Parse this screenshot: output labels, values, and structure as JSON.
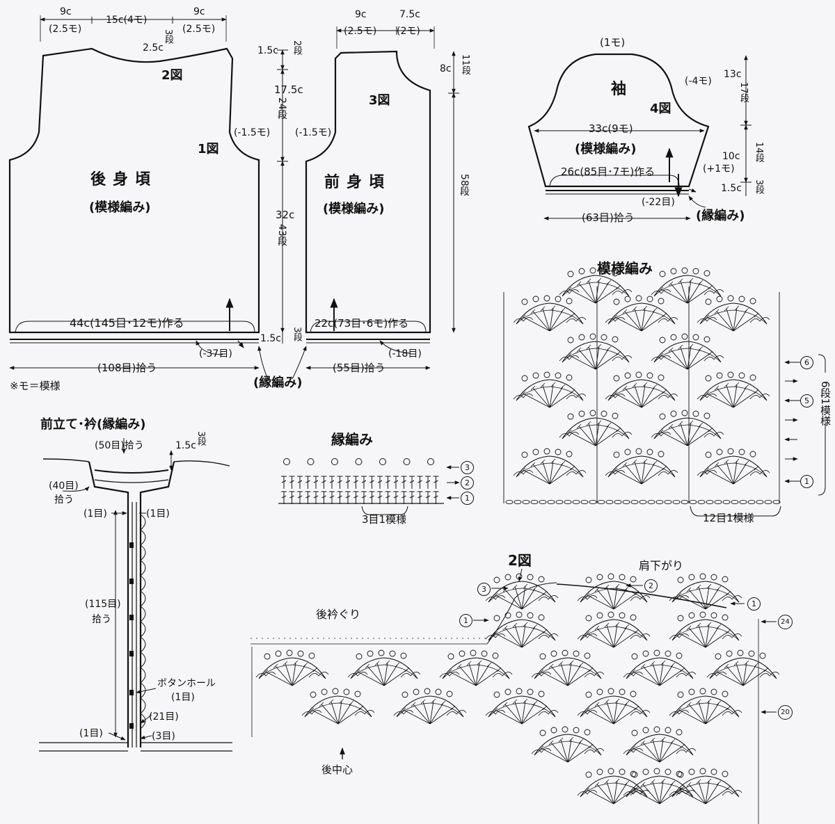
{
  "fig1_back": {
    "width_left": "9c",
    "width_left_sub": "(2.5モ)",
    "width_neck": "15c(4モ)",
    "width_right": "9c",
    "width_right_sub": "(2.5モ)",
    "neck_depth": "2.5c",
    "neck_rows": "3段",
    "fig2_label": "2図",
    "fig1_label": "1図",
    "title": "後身頃",
    "subtitle": "(模様編み)",
    "dec_armhole": "(-1.5モ)",
    "cast_on": "44c(145目･12モ)作る",
    "edge_dec": "(-37目)",
    "pickup": "(108目)拾う",
    "note": "※モ＝模様"
  },
  "fig3_front": {
    "width_left": "9c",
    "width_left_sub": "(2.5モ)",
    "width_right": "7.5c",
    "width_right_sub": "(2モ)",
    "fig3_label": "3図",
    "title": "前身頃",
    "subtitle": "(模様編み)",
    "dec_armhole": "(-1.5モ)",
    "cast_on": "22c(73目･6モ)作る",
    "edge_dec": "(-18目)",
    "pickup": "(55目)拾う",
    "edging_label": "(縁編み)"
  },
  "dims_center": {
    "top_len": "1.5c",
    "top_rows": "2段",
    "arm_len": "17.5c",
    "arm_rows": "24段",
    "body_len": "32c",
    "body_rows": "43段",
    "edge_len": "1.5c",
    "edge_rows": "3段",
    "shoulder_len": "8c",
    "shoulder_rows": "11段",
    "total_rows": "58段"
  },
  "fig4_sleeve": {
    "top": "(1モ)",
    "title": "袖",
    "fig_label": "4図",
    "dec": "(-4モ)",
    "width": "33c(9モ)",
    "subtitle": "(模様編み)",
    "cast_on": "26c(85目･7モ)作る",
    "inc": "(+1モ)",
    "edge_dec": "(-22目)",
    "pickup": "(63目)拾う",
    "edging_label": "(縁編み)",
    "cap_len": "13c",
    "cap_rows": "17段",
    "body_len": "10c",
    "body_rows": "14段",
    "edge_len": "1.5c",
    "edge_rows": "3段"
  },
  "pattern_main": {
    "title": "模様編み",
    "row6": "6",
    "row5": "5",
    "row1": "1",
    "repeat_rows": "6段1模様",
    "repeat_sts": "12目1模様"
  },
  "edging": {
    "title": "縁編み",
    "row3": "3",
    "row2": "2",
    "row1": "1",
    "repeat": "3目1模様"
  },
  "front_band": {
    "title": "前立て･衿(縁編み)",
    "neck_pick": "(50目)拾う",
    "band_len": "1.5c",
    "band_rows": "3段",
    "side_pick": "(40目)",
    "side_pick2": "拾う",
    "st1_left": "(1目)",
    "st1_right": "(1目)",
    "front_pick": "(115目)",
    "front_pick2": "拾う",
    "buttonhole": "ボタンホール",
    "buttonhole2": "(1目)",
    "st21": "(21目)",
    "st1_bottom": "(1目)",
    "st3": "(3目)"
  },
  "chart2": {
    "fig_label": "2図",
    "shoulder": "肩下がり",
    "neckline": "後衿ぐり",
    "back_center": "後中心",
    "row3": "3",
    "row2": "2",
    "row1a": "1",
    "row1b": "1",
    "row24": "24",
    "row20": "20"
  }
}
